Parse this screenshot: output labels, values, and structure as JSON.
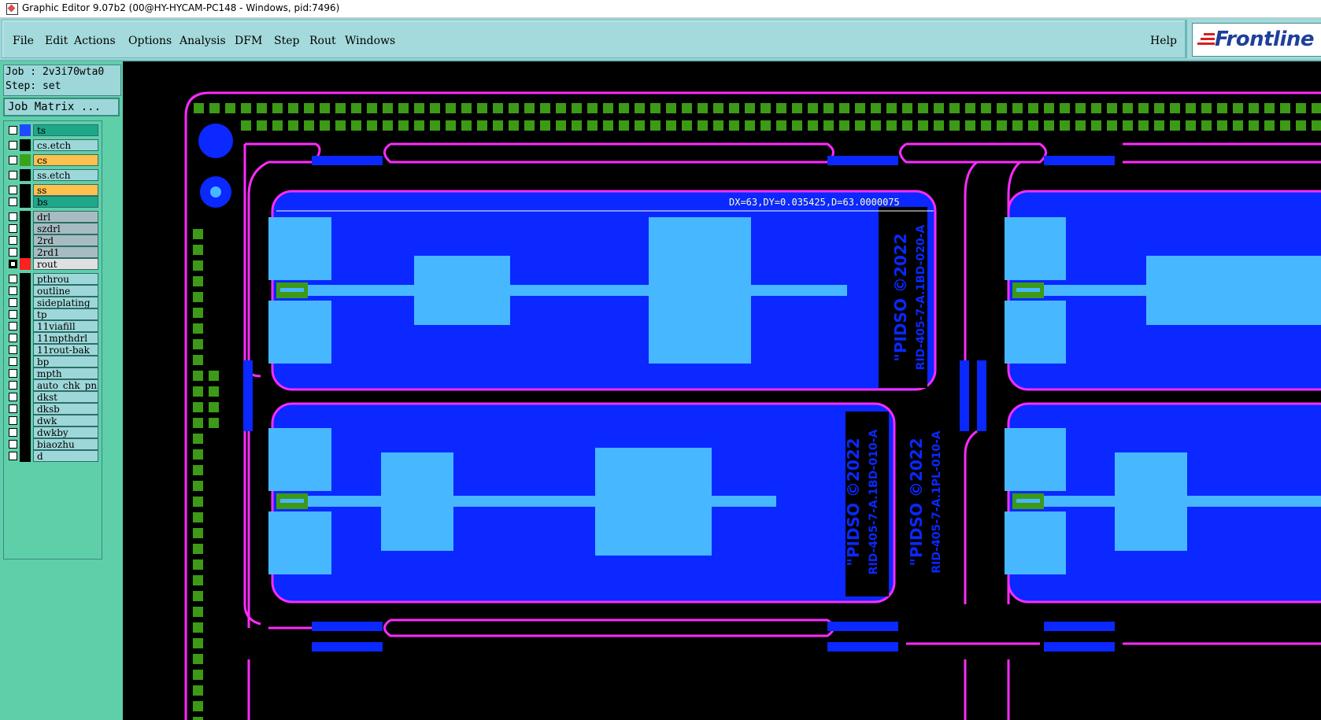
{
  "window": {
    "title": "Graphic Editor 9.07b2 (00@HY-HYCAM-PC148 - Windows, pid:7496)"
  },
  "menu": {
    "items": [
      "File",
      "Edit",
      "Actions",
      "Options",
      "Analysis",
      "DFM",
      "Step",
      "Rout",
      "Windows"
    ],
    "help": "Help",
    "brand": "Frontline"
  },
  "job": {
    "job_line": "Job : 2v3i70wta0",
    "step_line": "Step: set",
    "matrix_button": "Job Matrix ..."
  },
  "layers": [
    {
      "name": "ts",
      "color": "#1ea88a",
      "swatch": "#1e4bff",
      "active": false
    },
    {
      "name": "cs.etch",
      "color": "#9ed7d9",
      "swatch": "#000000",
      "active": false
    },
    {
      "name": "cs",
      "color": "#ffc14d",
      "swatch": "#3aa317",
      "active": false
    },
    {
      "name": "ss.etch",
      "color": "#9ed7d9",
      "swatch": "#000000",
      "active": false
    },
    {
      "name": "ss",
      "color": "#ffc14d",
      "swatch": "#000000",
      "active": false
    },
    {
      "name": "bs",
      "color": "#1ea88a",
      "swatch": "#000000",
      "active": false
    },
    {
      "name": "drl",
      "color": "#a7bcc2",
      "swatch": "#000000",
      "active": false
    },
    {
      "name": "szdrl",
      "color": "#a7bcc2",
      "swatch": "#000000",
      "active": false
    },
    {
      "name": "2rd",
      "color": "#a7bcc2",
      "swatch": "#000000",
      "active": false
    },
    {
      "name": "2rd1",
      "color": "#a7bcc2",
      "swatch": "#000000",
      "active": false
    },
    {
      "name": "rout",
      "color": "#e0e0e0",
      "swatch": "#ff2020",
      "active": true
    },
    {
      "name": "pthrou",
      "color": "#9ed7d9",
      "swatch": "#000000",
      "active": false
    },
    {
      "name": "outline",
      "color": "#9ed7d9",
      "swatch": "#000000",
      "active": false
    },
    {
      "name": "sideplating",
      "color": "#9ed7d9",
      "swatch": "#000000",
      "active": false
    },
    {
      "name": "tp",
      "color": "#9ed7d9",
      "swatch": "#000000",
      "active": false
    },
    {
      "name": "11viafill",
      "color": "#9ed7d9",
      "swatch": "#000000",
      "active": false
    },
    {
      "name": "11mpthdrl",
      "color": "#9ed7d9",
      "swatch": "#000000",
      "active": false
    },
    {
      "name": "11rout-bak",
      "color": "#9ed7d9",
      "swatch": "#000000",
      "active": false
    },
    {
      "name": "bp",
      "color": "#9ed7d9",
      "swatch": "#000000",
      "active": false
    },
    {
      "name": "mpth",
      "color": "#9ed7d9",
      "swatch": "#000000",
      "active": false
    },
    {
      "name": "auto_chk_pn",
      "color": "#9ed7d9",
      "swatch": "#000000",
      "active": false
    },
    {
      "name": "dkst",
      "color": "#9ed7d9",
      "swatch": "#000000",
      "active": false
    },
    {
      "name": "dksb",
      "color": "#9ed7d9",
      "swatch": "#000000",
      "active": false
    },
    {
      "name": "dwk",
      "color": "#9ed7d9",
      "swatch": "#000000",
      "active": false
    },
    {
      "name": "dwkby",
      "color": "#9ed7d9",
      "swatch": "#000000",
      "active": false
    },
    {
      "name": "biaozhu",
      "color": "#9ed7d9",
      "swatch": "#000000",
      "active": false
    },
    {
      "name": "d",
      "color": "#9ed7d9",
      "swatch": "#000000",
      "active": false
    }
  ],
  "canvas": {
    "measurement": "DX=63,DY=0.035425,D=63.0000075",
    "board_texts": [
      {
        "lines": [
          "\"PIDSO ©2022",
          "RID-405-7-A.1BD-020-A"
        ]
      },
      {
        "lines": [
          "\"PIDSO ©2022",
          "RID-405-7-A.1BD-010-A"
        ]
      },
      {
        "lines": [
          "\"PIDSO ©2022",
          "RID-405-7-A.1PL-010-A"
        ]
      }
    ],
    "colors": {
      "background": "#000000",
      "copper": "#0a28ff",
      "pad": "#47b7ff",
      "rout": "#ff2bff",
      "fiducial": "#3d9a16"
    }
  }
}
